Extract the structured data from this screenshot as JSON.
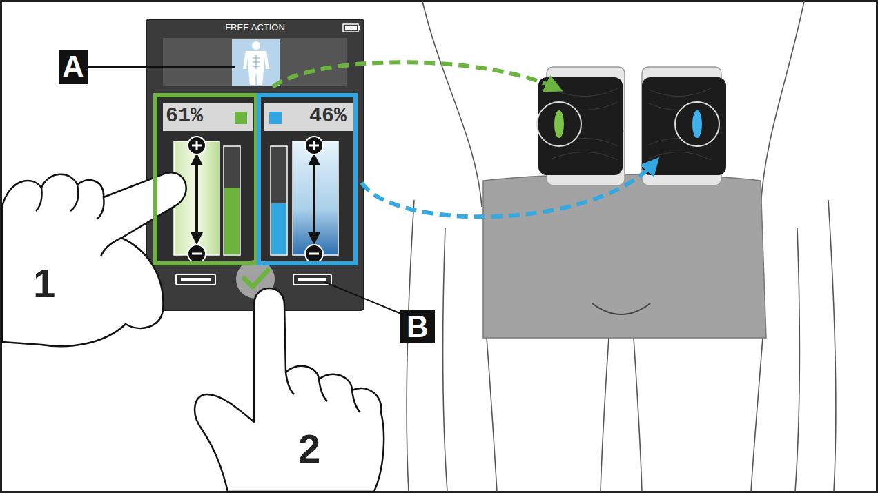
{
  "diagram": {
    "nodes": [
      {
        "text": [
          "FREE ACTION"
        ]
      },
      {
        "text": [
          "61%"
        ],
        "in": 0
      },
      {
        "text": [
          "46%"
        ],
        "in": 0
      },
      {
        "text": [
          "A"
        ]
      },
      {
        "text": [
          "B"
        ]
      }
    ],
    "labels": [
      "1",
      "2"
    ]
  }
}
